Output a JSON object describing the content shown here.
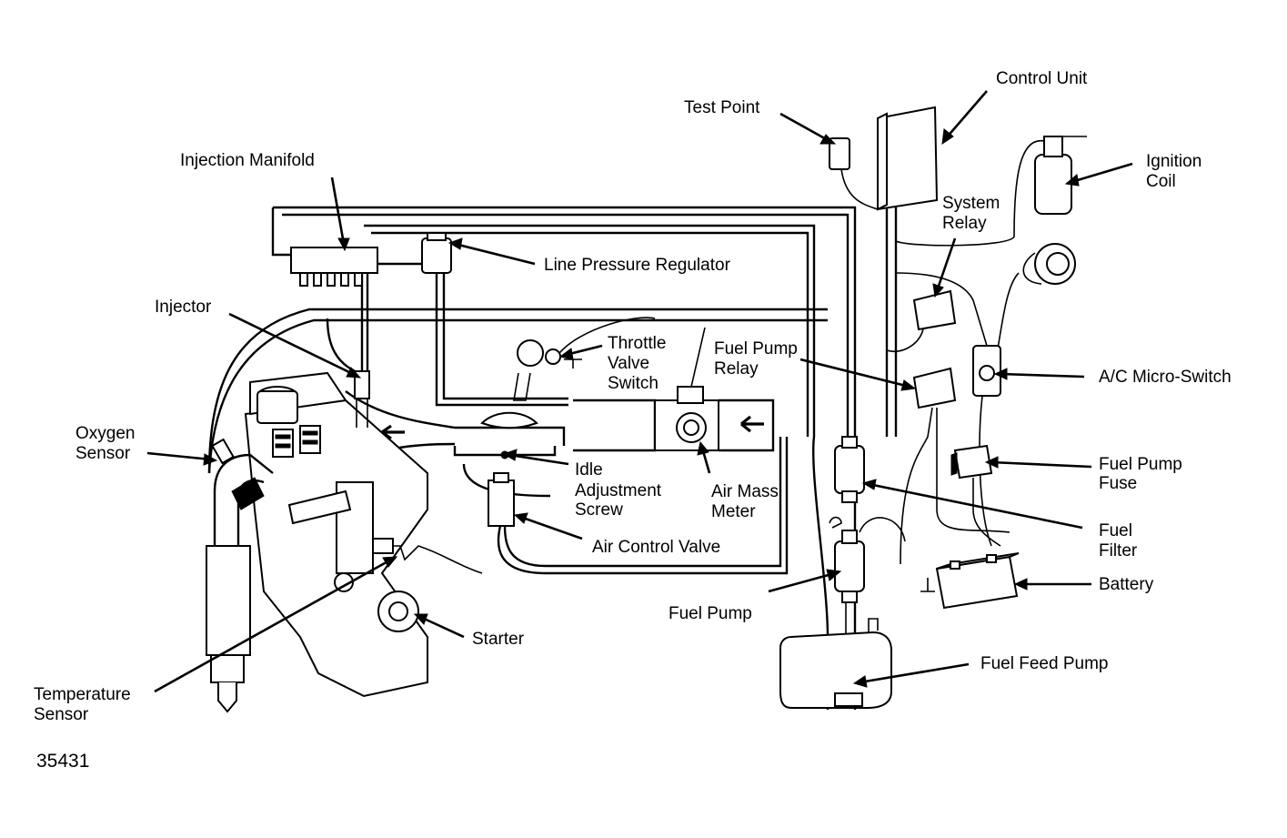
{
  "labels": {
    "control_unit": "Control Unit",
    "test_point": "Test Point",
    "ignition_coil_1": "Ignition",
    "ignition_coil_2": "Coil",
    "injection_manifold": "Injection Manifold",
    "system_relay_1": "System",
    "system_relay_2": "Relay",
    "line_pressure_regulator": "Line Pressure Regulator",
    "injector": "Injector",
    "throttle_valve_1": "Throttle",
    "throttle_valve_2": "Valve",
    "throttle_valve_3": "Switch",
    "fuel_pump_relay_1": "Fuel Pump",
    "fuel_pump_relay_2": "Relay",
    "ac_micro_switch": "A/C Micro-Switch",
    "oxygen_sensor_1": "Oxygen",
    "oxygen_sensor_2": "Sensor",
    "idle_adjustment_1": "Idle",
    "idle_adjustment_2": "Adjustment",
    "idle_adjustment_3": "Screw",
    "air_mass_meter_1": "Air Mass",
    "air_mass_meter_2": "Meter",
    "fuel_pump_fuse_1": "Fuel Pump",
    "fuel_pump_fuse_2": "Fuse",
    "fuel_filter_1": "Fuel",
    "fuel_filter_2": "Filter",
    "air_control_valve": "Air Control Valve",
    "battery": "Battery",
    "fuel_pump": "Fuel Pump",
    "starter": "Starter",
    "fuel_feed_pump": "Fuel Feed Pump",
    "temperature_sensor_1": "Temperature",
    "temperature_sensor_2": "Sensor",
    "figure_number": "35431"
  }
}
